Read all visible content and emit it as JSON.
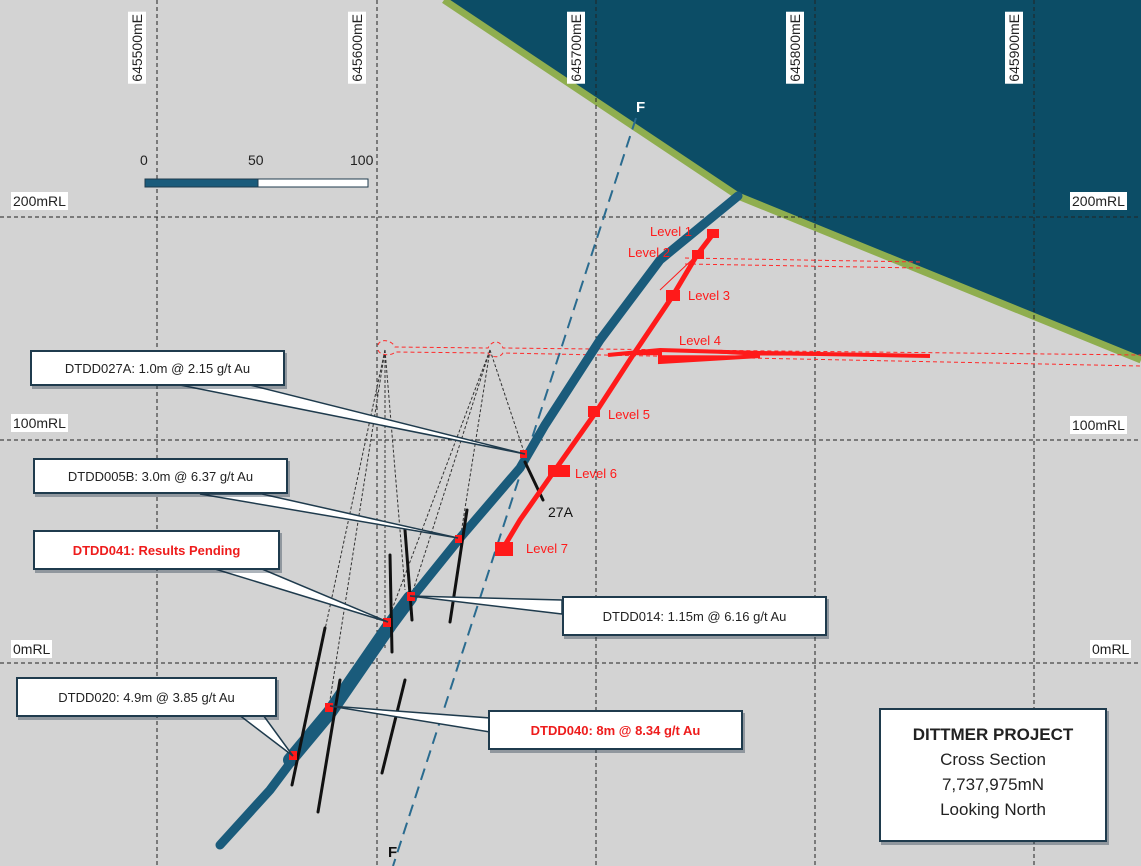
{
  "easting_labels": [
    "645500mE",
    "645600mE",
    "645700mE",
    "645800mE",
    "645900mE"
  ],
  "rl_labels": {
    "rl200": "200mRL",
    "rl100": "100mRL",
    "rl0": "0mRL"
  },
  "scale_bar": {
    "labels": [
      "0",
      "50",
      "100"
    ]
  },
  "fault": {
    "label_top": "F",
    "label_bottom": "F"
  },
  "levels": [
    "Level 1",
    "Level 2",
    "Level 3",
    "Level 4",
    "Level 5",
    "Level 6",
    "Level 7"
  ],
  "hole_tag": "27A",
  "callouts": {
    "dtdd027a": "DTDD027A: 1.0m @ 2.15 g/t Au",
    "dtdd005b": "DTDD005B: 3.0m @ 6.37 g/t Au",
    "dtdd041": "DTDD041: Results Pending",
    "dtdd014": "DTDD014: 1.15m @ 6.16 g/t Au",
    "dtdd020": "DTDD020: 4.9m @ 3.85 g/t Au",
    "dtdd040": "DTDD040: 8m @ 8.34 g/t Au"
  },
  "title_box": {
    "line1": "DITTMER PROJECT",
    "line2": "Cross Section",
    "line3": "7,737,975mN",
    "line4": "Looking North"
  },
  "colors": {
    "background": "#d3d3d3",
    "overburden": "#0c4d66",
    "surface_band": "#8fae4f",
    "lode": "#1a5b7b",
    "workings": "#ff1a1a",
    "callout_red_text": "#ee1c1c"
  }
}
